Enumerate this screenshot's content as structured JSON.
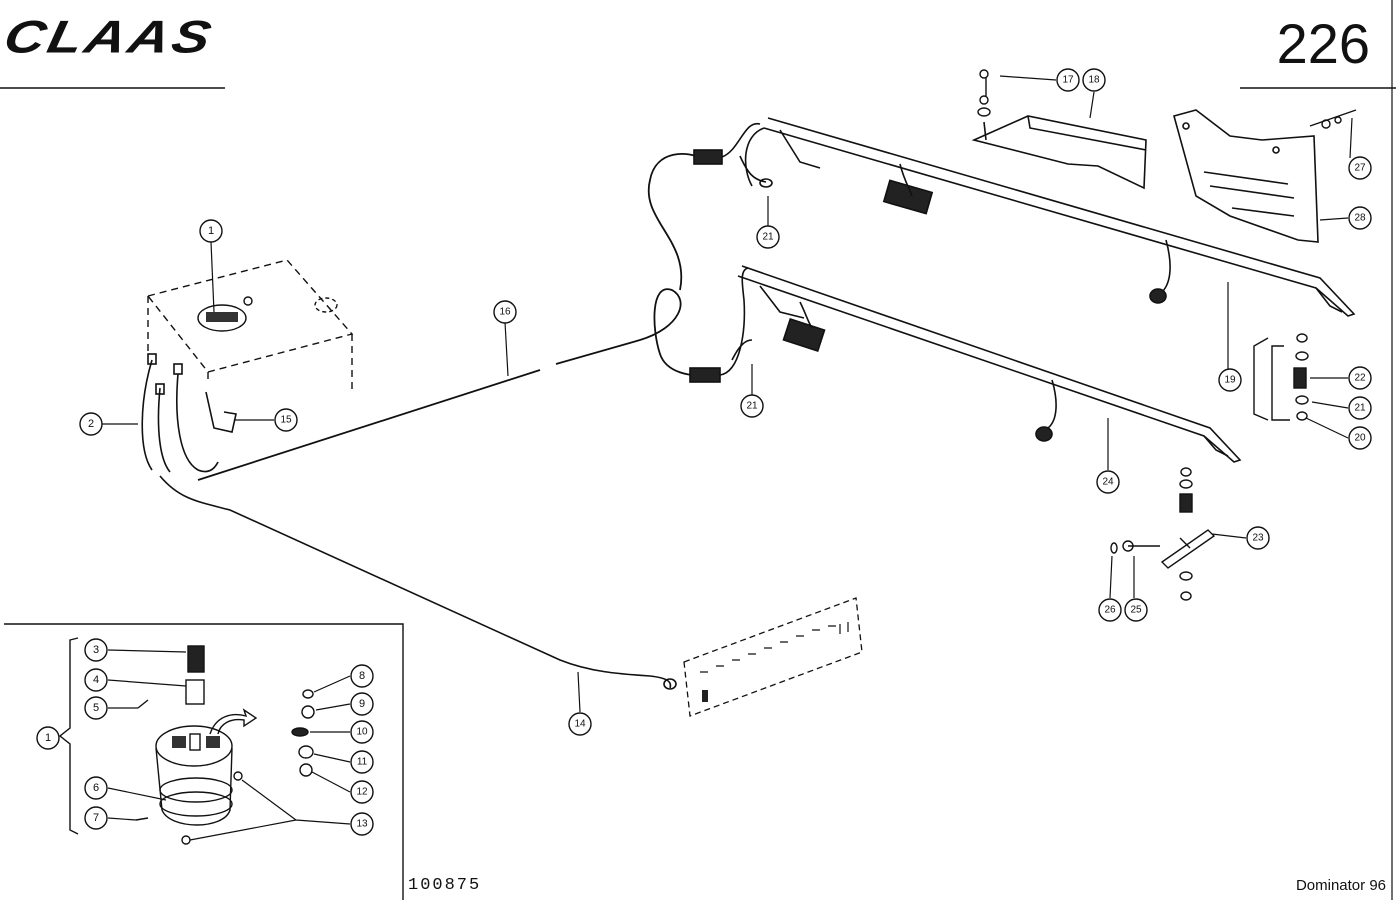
{
  "header": {
    "brand": "CLAAS",
    "page_number": "226"
  },
  "footer": {
    "drawing_number": "100875",
    "model": "Dominator 96"
  },
  "callouts": [
    "1",
    "2",
    "3",
    "4",
    "5",
    "6",
    "7",
    "8",
    "9",
    "10",
    "11",
    "12",
    "13",
    "14",
    "15",
    "16",
    "17",
    "18",
    "19",
    "20",
    "21",
    "21",
    "21",
    "22",
    "23",
    "24",
    "25",
    "26",
    "27",
    "28"
  ]
}
